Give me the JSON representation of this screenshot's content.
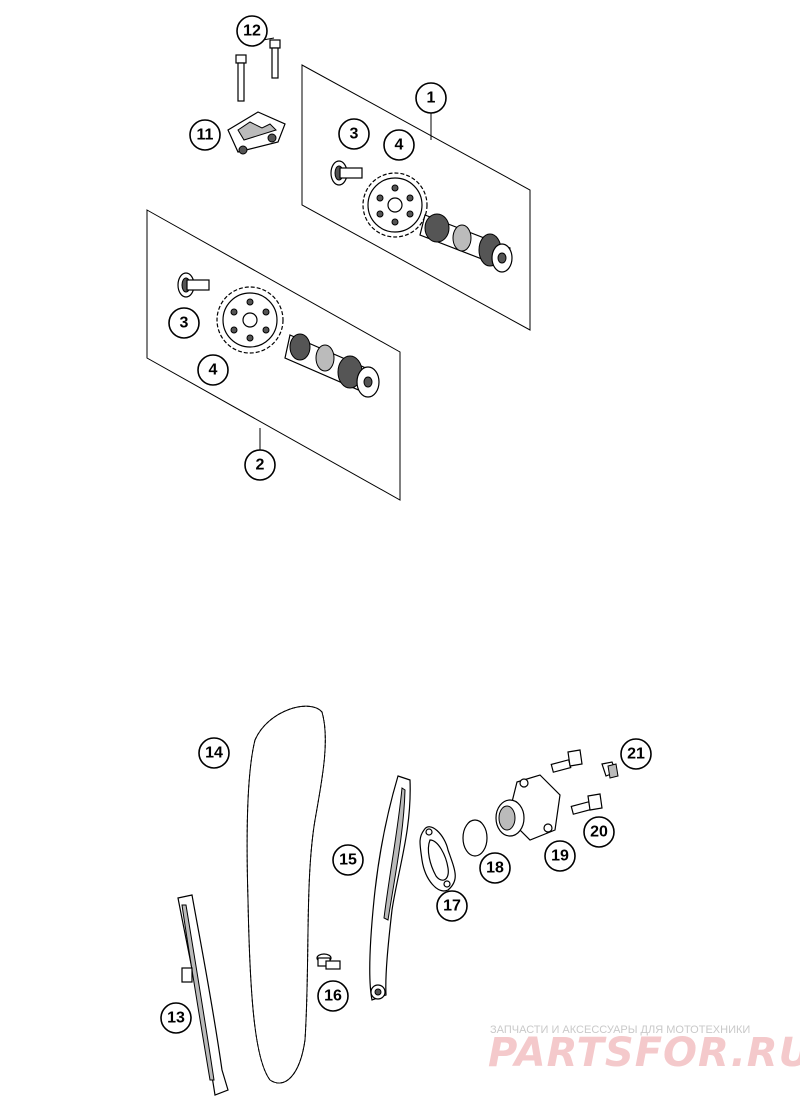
{
  "callouts": {
    "c1": "1",
    "c2": "2",
    "c3a": "3",
    "c3b": "3",
    "c4a": "4",
    "c4b": "4",
    "c11": "11",
    "c12": "12",
    "c13": "13",
    "c14": "14",
    "c15": "15",
    "c16": "16",
    "c17": "17",
    "c18": "18",
    "c19": "19",
    "c20": "20",
    "c21": "21"
  },
  "watermark": {
    "tagline": "ЗАПЧАСТИ И АКСЕССУАРЫ ДЛЯ МОТОТЕХНИКИ",
    "brand": "PARTSFOR.RU"
  },
  "colors": {
    "ink": "#000000",
    "watermark_red": "#f4c9cb",
    "watermark_grey": "#c9c9c9"
  }
}
